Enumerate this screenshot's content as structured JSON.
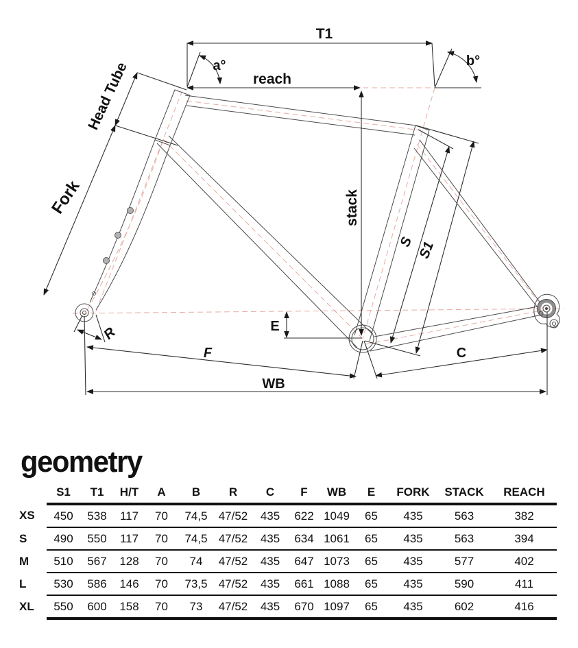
{
  "title": "geometry",
  "diagram": {
    "labels": {
      "t1": "T1",
      "a_angle": "a°",
      "b_angle": "b°",
      "reach": "reach",
      "head_tube": "Head Tube",
      "fork": "Fork",
      "stack": "stack",
      "s": "S",
      "s1": "S1",
      "r": "R",
      "e": "E",
      "f": "F",
      "c": "C",
      "wb": "WB"
    },
    "colors": {
      "line": "#2e2e2e",
      "frame": "#4a4a4a",
      "centerline": "#e5aca4"
    }
  },
  "table": {
    "columns": [
      "S1",
      "T1",
      "H/T",
      "A",
      "B",
      "R",
      "C",
      "F",
      "WB",
      "E",
      "FORK",
      "STACK",
      "REACH"
    ],
    "rows": [
      {
        "size": "XS",
        "values": [
          "450",
          "538",
          "117",
          "70",
          "74,5",
          "47/52",
          "435",
          "622",
          "1049",
          "65",
          "435",
          "563",
          "382"
        ]
      },
      {
        "size": "S",
        "values": [
          "490",
          "550",
          "117",
          "70",
          "74,5",
          "47/52",
          "435",
          "634",
          "1061",
          "65",
          "435",
          "563",
          "394"
        ]
      },
      {
        "size": "M",
        "values": [
          "510",
          "567",
          "128",
          "70",
          "74",
          "47/52",
          "435",
          "647",
          "1073",
          "65",
          "435",
          "577",
          "402"
        ]
      },
      {
        "size": "L",
        "values": [
          "530",
          "586",
          "146",
          "70",
          "73,5",
          "47/52",
          "435",
          "661",
          "1088",
          "65",
          "435",
          "590",
          "411"
        ]
      },
      {
        "size": "XL",
        "values": [
          "550",
          "600",
          "158",
          "70",
          "73",
          "47/52",
          "435",
          "670",
          "1097",
          "65",
          "435",
          "602",
          "416"
        ]
      }
    ]
  }
}
